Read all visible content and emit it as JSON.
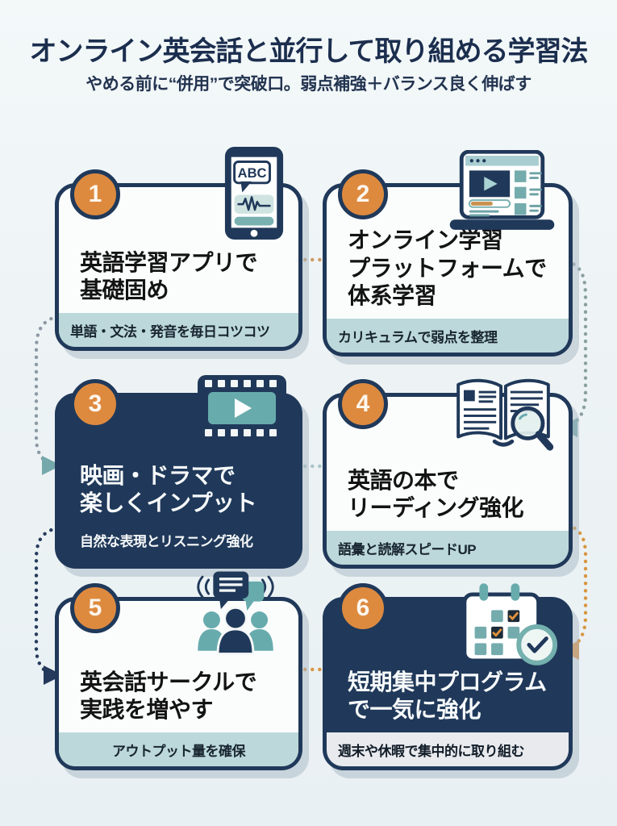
{
  "header": {
    "title": "オンライン英会話と並行して取り組める学習法",
    "subtitle": "やめる前に“併用”で突破口。弱点補強＋バランス良く伸ばす"
  },
  "colors": {
    "background": "#edf3f5",
    "navy": "#20395a",
    "orange": "#dd8a3f",
    "teal": "#68abad",
    "teal_band": "#bcd8da",
    "gray_band": "#e9eaee",
    "card_white": "#fbfdfd"
  },
  "cards": [
    {
      "number": "1",
      "title_lines": [
        "英語学習アプリで",
        "基礎固め"
      ],
      "note": "単語・文法・発音を毎日コツコツ",
      "theme": "light",
      "icon": "phone-learning-app-icon"
    },
    {
      "number": "2",
      "title_lines": [
        "オンライン学習",
        "プラットフォームで",
        "体系学習"
      ],
      "note": "カリキュラムで弱点を整理",
      "theme": "light",
      "icon": "laptop-platform-icon"
    },
    {
      "number": "3",
      "title_lines": [
        "映画・ドラマで",
        "楽しくインプット"
      ],
      "note": "自然な表現とリスニング強化",
      "theme": "dark",
      "icon": "film-strip-play-icon"
    },
    {
      "number": "4",
      "title_lines": [
        "英語の本で",
        "リーディング強化"
      ],
      "note": "語彙と読解スピードUP",
      "theme": "light",
      "icon": "open-book-magnifier-icon"
    },
    {
      "number": "5",
      "title_lines": [
        "英会話サークルで",
        "実践を増やす"
      ],
      "note": "アウトプット量を確保",
      "theme": "light",
      "icon": "people-conversation-icon"
    },
    {
      "number": "6",
      "title_lines": [
        "短期集中プログラム",
        "で一気に強化"
      ],
      "note": "週末や休暇で集中的に取り組む",
      "theme": "dark",
      "icon": "calendar-clock-icon"
    }
  ],
  "flow": {
    "step1_to_step2": {
      "style": "dotted",
      "color": "#cf9a62"
    },
    "step2_to_step4": {
      "style": "dotted-curve",
      "color": "#8aa0a0",
      "arrow": "#74a8aa"
    },
    "step1_to_step3": {
      "style": "dotted-curve",
      "color": "#8d9aa4",
      "arrow": "#74a8aa"
    },
    "step3_to_step4": {
      "style": "dotted",
      "color": "#a8c2c8"
    },
    "step3_to_step5": {
      "style": "dotted-curve",
      "color": "#263c5c",
      "arrow": "#24395b"
    },
    "step4_to_step6": {
      "style": "dotted-curve",
      "color": "#d9953f",
      "arrow": "#e2953c"
    },
    "step5_to_step6": {
      "style": "dotted",
      "color": "#d9953f"
    }
  }
}
